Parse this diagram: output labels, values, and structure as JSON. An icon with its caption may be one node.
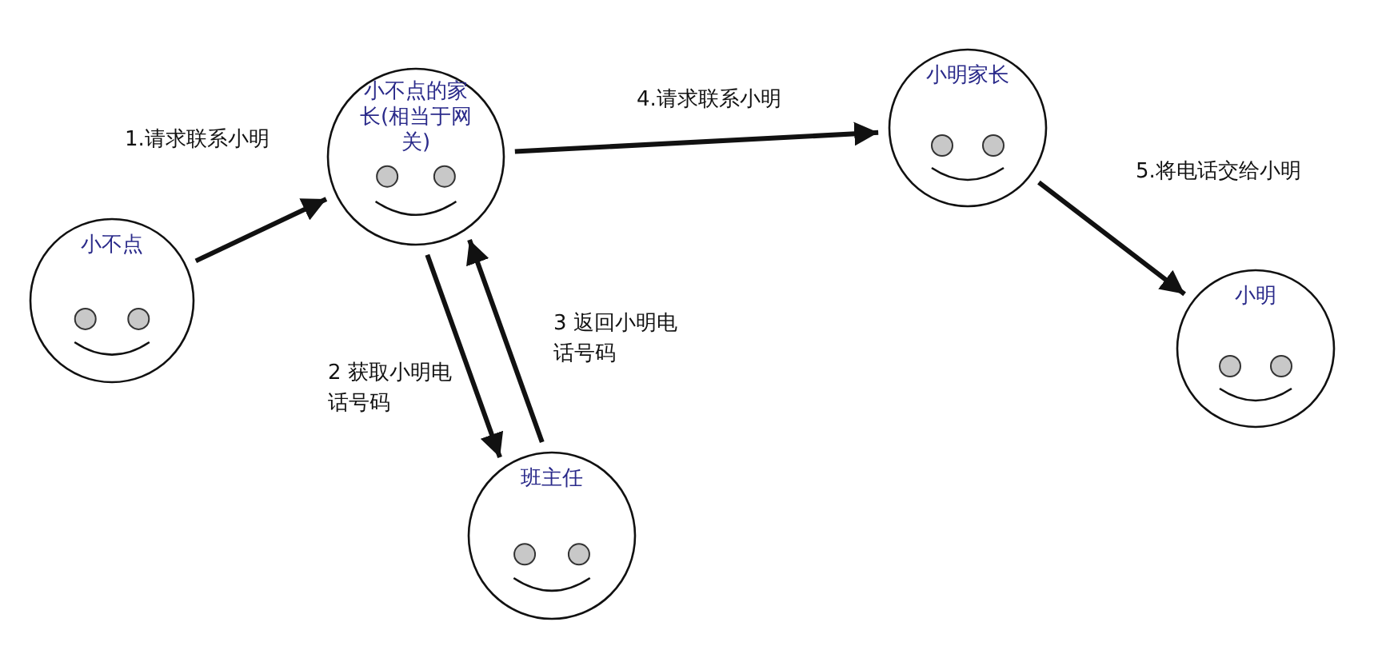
{
  "diagram": {
    "nodes": [
      {
        "text": [
          "小不点"
        ]
      },
      {
        "text": [
          "小不点的家长(相当于网关)"
        ]
      },
      {
        "text": [
          "小明家长"
        ]
      },
      {
        "text": [
          "小明"
        ]
      },
      {
        "text": [
          "班主任"
        ]
      }
    ],
    "edges": [
      {
        "from": 0,
        "to": 1,
        "arrow": "to",
        "label": "1.请求联系小明"
      },
      {
        "from": 1,
        "to": 4,
        "arrow": "to",
        "label": "2 获取小明电话号码"
      },
      {
        "from": 4,
        "to": 1,
        "arrow": "to",
        "label": "3 返回小明电话号码"
      },
      {
        "from": 1,
        "to": 2,
        "arrow": "to",
        "label": "4.请求联系小明"
      },
      {
        "from": 2,
        "to": 3,
        "arrow": "to",
        "label": "5.将电话交给小明"
      }
    ]
  }
}
